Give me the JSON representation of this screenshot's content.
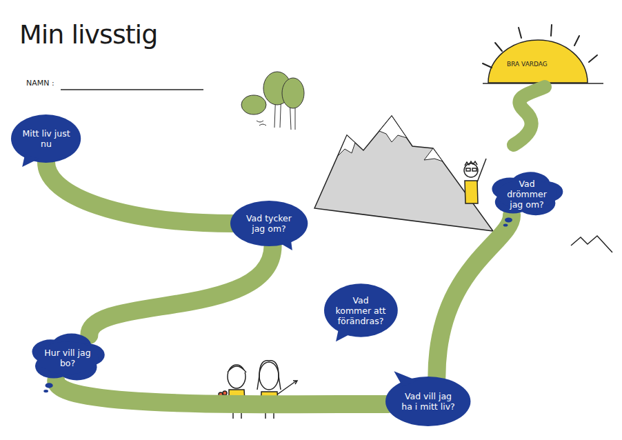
{
  "diagram": {
    "title": "Min livsstig",
    "nodes": [
      {
        "text": [
          "Mitt liv just nu"
        ]
      },
      {
        "text": [
          "Vad tycker jag om?"
        ]
      },
      {
        "text": [
          "Hur vill jag bo?"
        ]
      },
      {
        "text": [
          "Vad vill jag ha i mitt liv?"
        ]
      },
      {
        "text": [
          "Vad kommer att förändras?"
        ]
      },
      {
        "text": [
          "Vad drömmer jag om?"
        ]
      }
    ],
    "edges": [
      {
        "from": 0,
        "to": 1,
        "arrow": "none"
      },
      {
        "from": 1,
        "to": 2,
        "arrow": "none"
      },
      {
        "from": 2,
        "to": 3,
        "arrow": "none"
      },
      {
        "from": 3,
        "to": 5,
        "arrow": "none"
      }
    ],
    "labels": [
      "NAMN :",
      "BRA VARDAG"
    ]
  }
}
